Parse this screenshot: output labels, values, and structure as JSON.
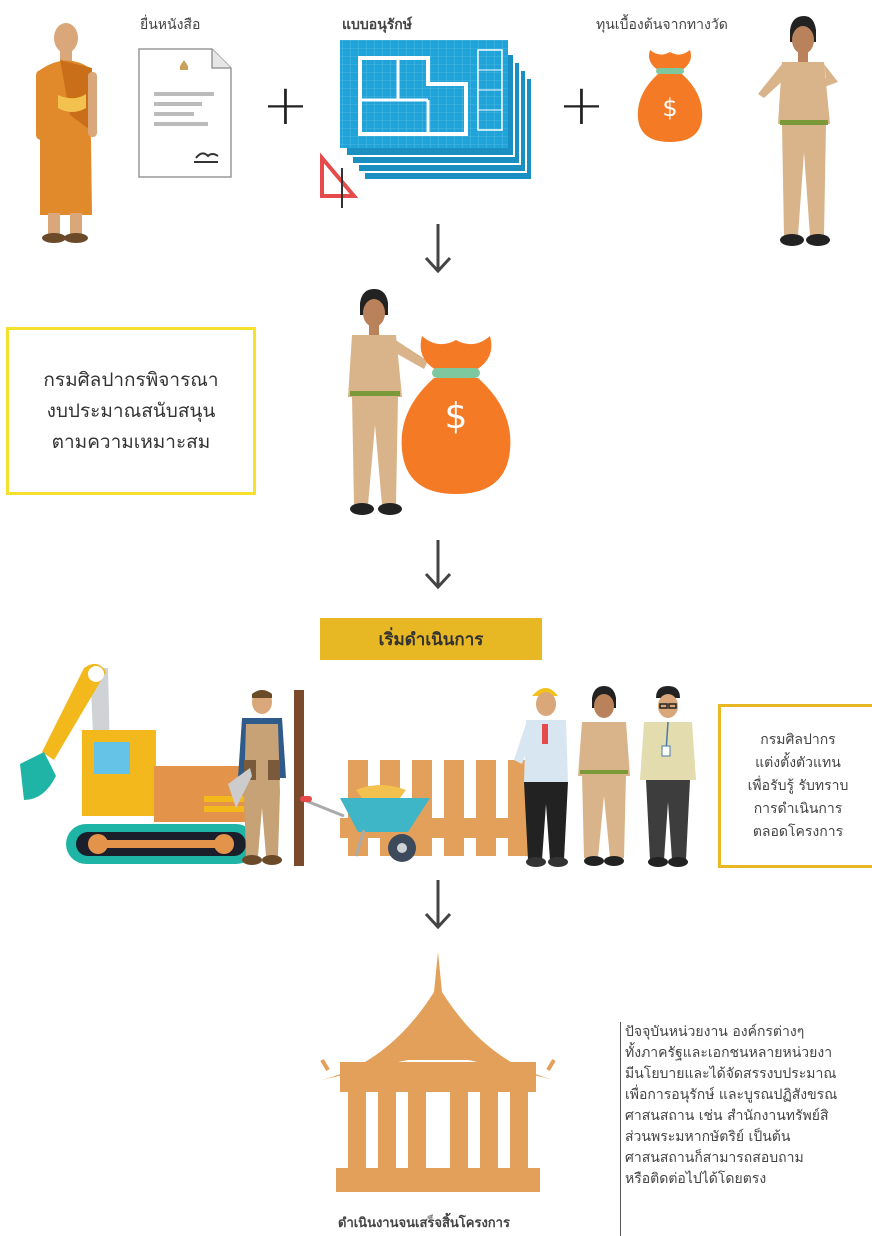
{
  "step1": {
    "letter_label": "ยื่นหนังสือ",
    "blueprint_label": "แบบอนุรักษ์",
    "fund_label": "ทุนเบื้องต้นจากทางวัด",
    "money_symbol": "$"
  },
  "step2": {
    "lines": [
      "กรมศิลปากรพิจารณา",
      "งบประมาณสนับสนุน",
      "ตามความเหมาะสม"
    ],
    "money_symbol": "$"
  },
  "step3": {
    "banner": "เริ่มดำเนินการ",
    "rep_lines": [
      "กรมศิลปากร",
      "แต่งตั้งตัวแทน",
      "เพื่อรับรู้ รับทราบ",
      "การดำเนินการ",
      "ตลอดโครงการ"
    ]
  },
  "step4": {
    "caption": "ดำเนินงานจนเสร็จสิ้นโครงการ",
    "note_lines": [
      "ปัจจุบันหน่วยงาน องค์กรต่างๆ",
      "ทั้งภาครัฐและเอกชนหลายหน่วยงา",
      "มีนโยบายและได้จัดสรรงบประมาณ",
      "เพื่อการอนุรักษ์ และบูรณปฏิสังขรณ",
      "ศาสนสถาน เช่น สำนักงานทรัพย์สิ",
      "ส่วนพระมหากษัตริย์ เป็นต้น",
      "ศาสนสถานก็สามารถสอบถาม",
      "หรือติดต่อไปได้โดยตรง"
    ]
  },
  "colors": {
    "orange": "#f47a25",
    "yellow": "#f5e12b",
    "gold": "#e8b824",
    "blueprint": "#1fa3d8",
    "temple": "#e3a05a"
  }
}
